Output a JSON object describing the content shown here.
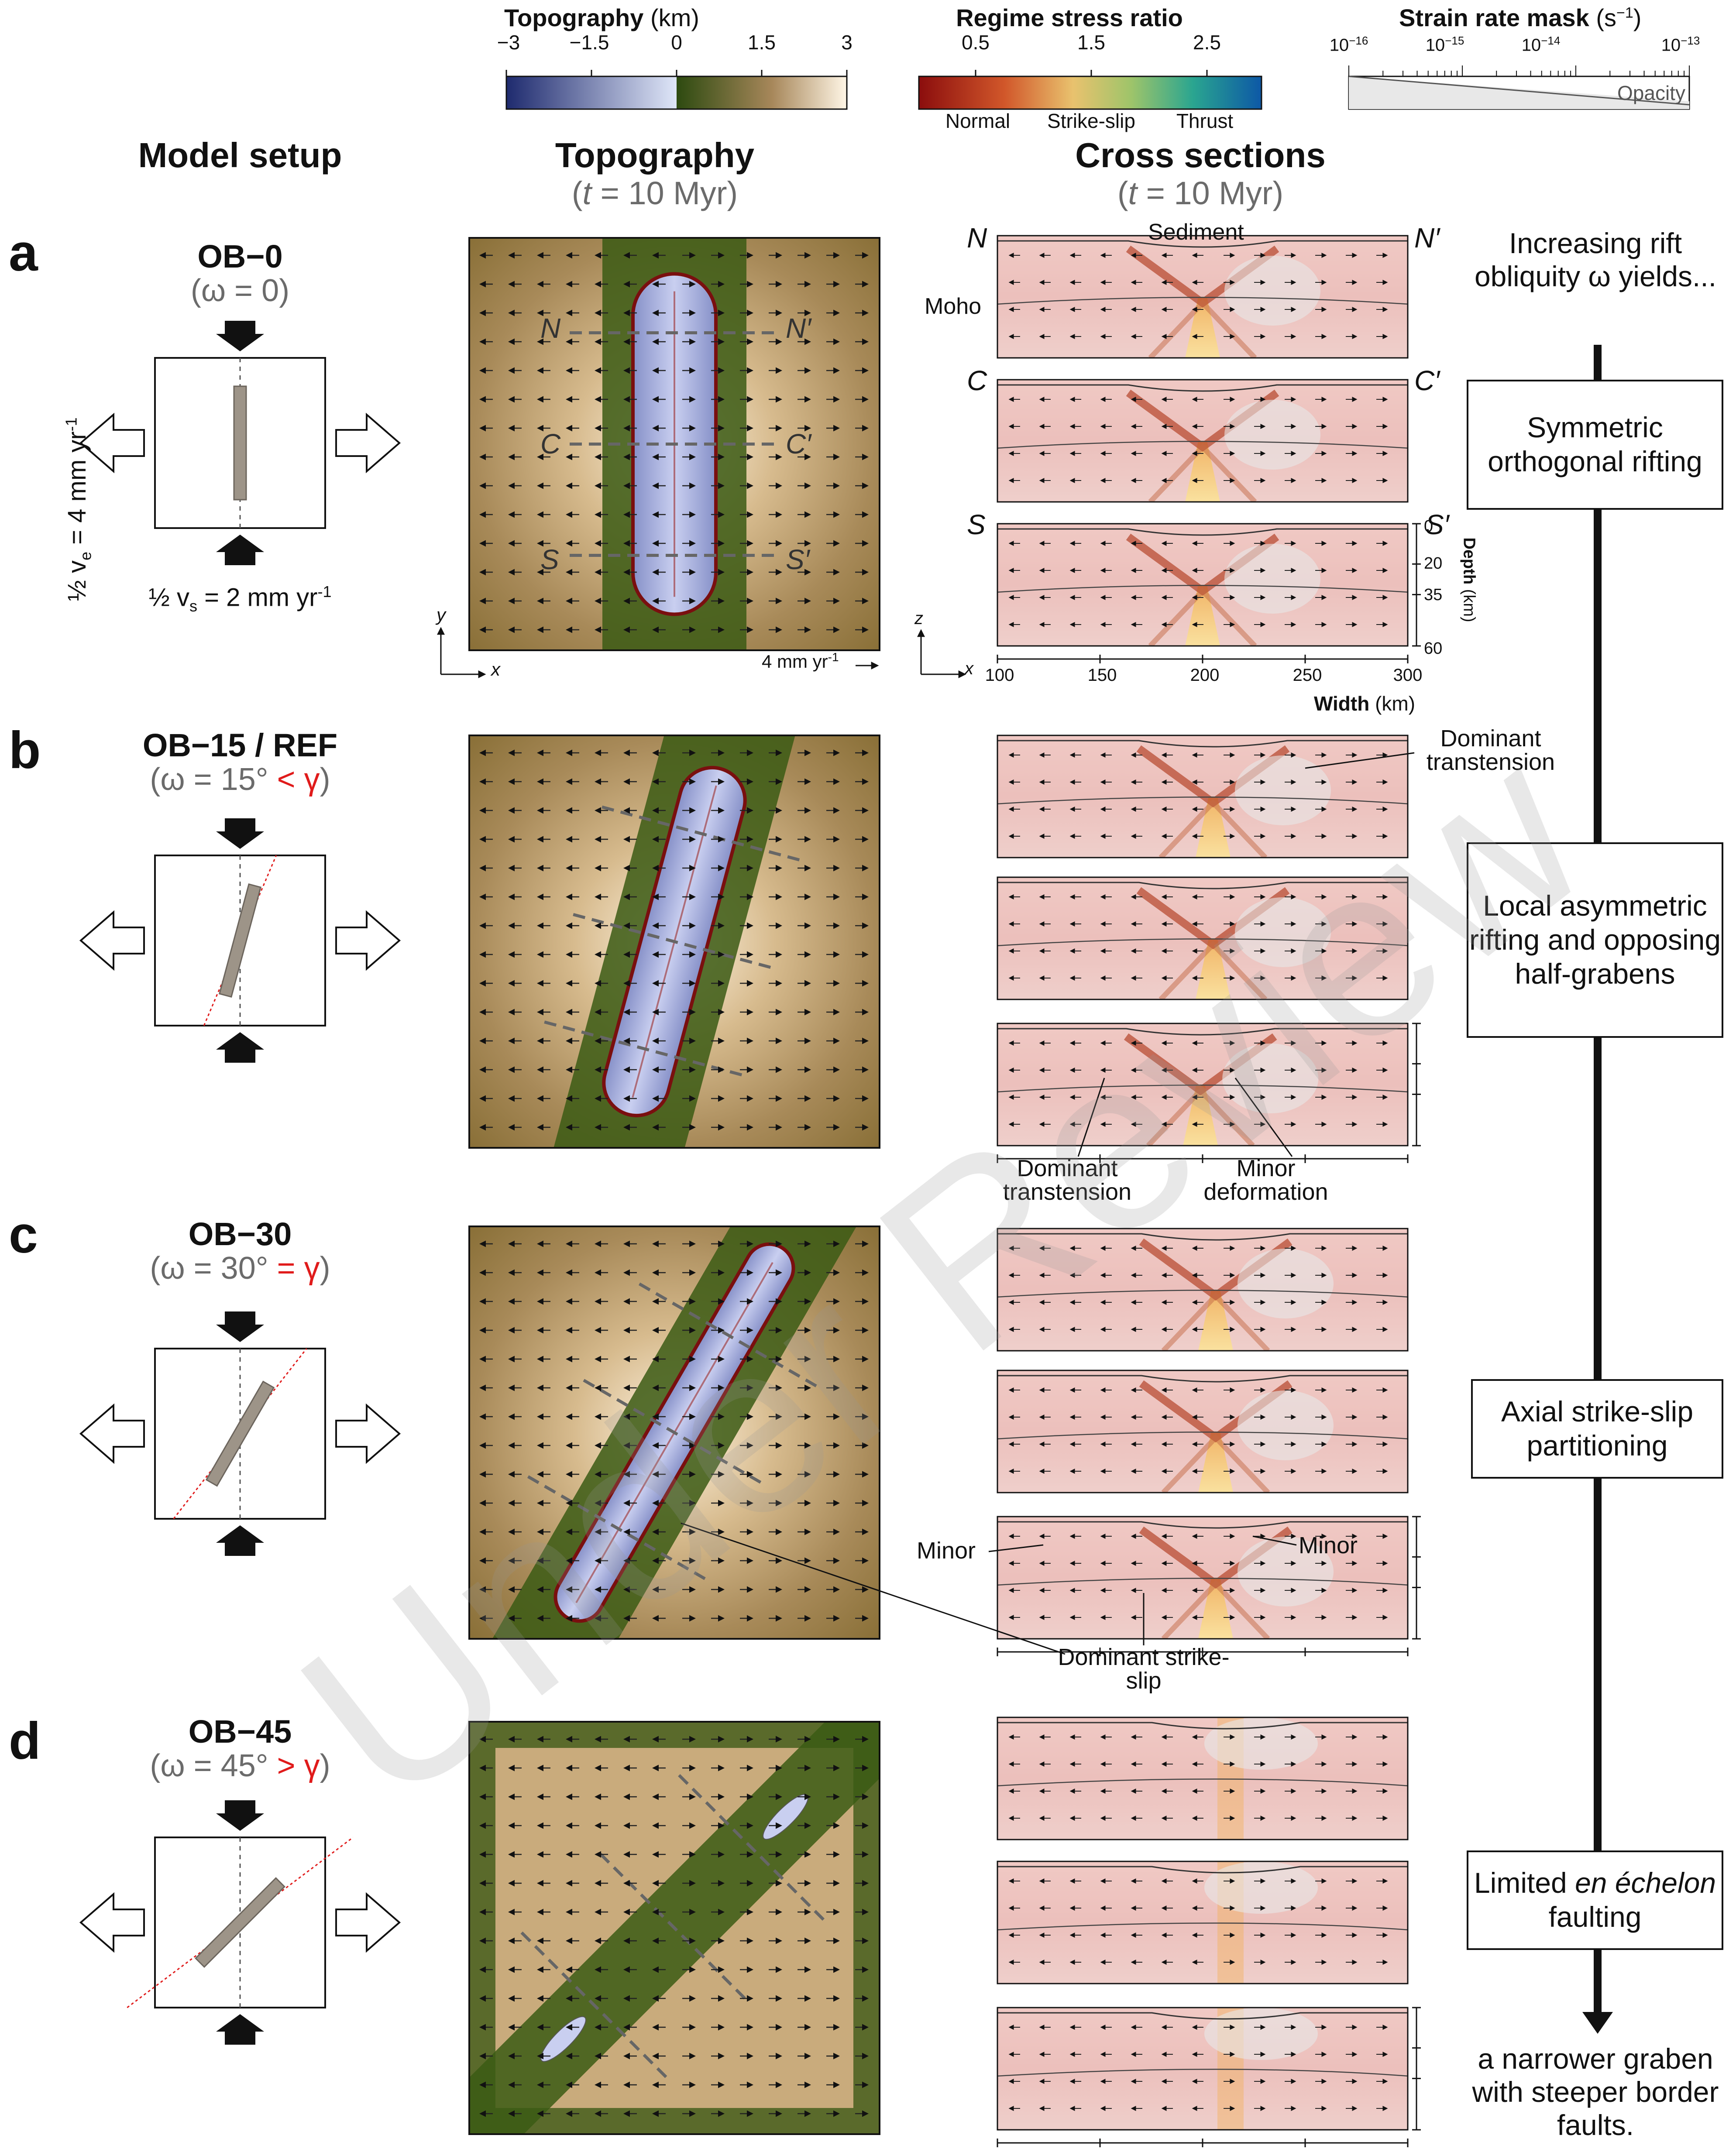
{
  "colorbars": {
    "topography": {
      "title": "Topography",
      "unit": "(km)",
      "ticks": [
        "−3",
        "−1.5",
        "0",
        "1.5",
        "3"
      ],
      "colors": [
        "#1e2a6e",
        "#dfe6f8",
        "#2d4a10",
        "#a7875a",
        "#fff6e6"
      ]
    },
    "stress": {
      "title": "Regime stress ratio",
      "ticks": [
        "0.5",
        "1.5",
        "2.5"
      ],
      "labels": [
        "Normal",
        "Strike-slip",
        "Thrust"
      ],
      "colors": [
        "#8b0d0d",
        "#d1572a",
        "#e9c26e",
        "#9ec46a",
        "#2aa590",
        "#0d58a6"
      ]
    },
    "strain": {
      "title": "Strain rate mask",
      "unit": "(s",
      "unit_exp": "−1",
      "unit_close": ")",
      "ticks": [
        {
          "base": "10",
          "exp": "−16"
        },
        {
          "base": "10",
          "exp": "−15"
        },
        {
          "base": "10",
          "exp": "−14"
        },
        {
          "base": "10",
          "exp": "−13"
        }
      ],
      "opacity_label": "Opacity"
    }
  },
  "headers": {
    "setup": "Model setup",
    "topo": "Topography",
    "topo_time_t": "t",
    "topo_time_rest": " = 10 Myr)",
    "xsec": "Cross sections",
    "xsec_time_t": "t",
    "xsec_time_rest": " = 10 Myr)"
  },
  "panels": [
    {
      "letter": "a",
      "name": "OB−0",
      "omega_pre": "(ω = 0)",
      "omega_red": "",
      "omega_post": "",
      "obliquity_deg": 0
    },
    {
      "letter": "b",
      "name": "OB−15 / REF",
      "omega_pre": "(ω = 15° ",
      "omega_red": "< γ",
      "omega_post": ")",
      "obliquity_deg": 15
    },
    {
      "letter": "c",
      "name": "OB−30",
      "omega_pre": "(ω = 30° ",
      "omega_red": "= γ",
      "omega_post": ")",
      "obliquity_deg": 30
    },
    {
      "letter": "d",
      "name": "OB−45",
      "omega_pre": "(ω = 45° ",
      "omega_red": "> γ",
      "omega_post": ")",
      "obliquity_deg": 45
    }
  ],
  "setup_labels": {
    "ve_label": "½ v",
    "ve_sub": "e",
    "ve_value": " = 4 mm yr",
    "ve_exp": "-1",
    "vs_label": "½ v",
    "vs_sub": "s",
    "vs_value": " = 2 mm yr",
    "vs_exp": "-1"
  },
  "topo_labels": {
    "N": "N",
    "Np": "N′",
    "C": "C",
    "Cp": "C′",
    "S": "S",
    "Sp": "S′",
    "axis_y": "y",
    "axis_x": "x",
    "scale": "4 mm yr",
    "scale_exp": "-1"
  },
  "xsec_labels": {
    "N": "N",
    "Np": "N′",
    "C": "C",
    "Cp": "C′",
    "S": "S",
    "Sp": "S′",
    "sediment": "Sediment",
    "moho": "Moho",
    "depth_title": "Depth",
    "depth_unit": "(km)",
    "depth_ticks": [
      "0",
      "20",
      "35",
      "60"
    ],
    "width_ticks": [
      "100",
      "150",
      "200",
      "250",
      "300"
    ],
    "width_title": "Width",
    "width_unit": " (km)",
    "axis_z": "z",
    "axis_x": "x",
    "dominant_transtension": "Dominant transtension",
    "dominant_transtension_2": "Dominant transtension",
    "minor_deformation": "Minor deformation",
    "minor_left": "Minor",
    "minor_right": "Minor",
    "dominant_strike_slip": "Dominant strike-slip"
  },
  "summary": {
    "intro": "Increasing rift obliquity ω yields...",
    "box1": "Symmetric orthogonal rifting",
    "box2": "Local asymmetric rifting and opposing half-grabens",
    "box3": "Axial strike-slip partitioning",
    "box4_pre": "Limited ",
    "box4_em": "en échelon",
    "box4_post": " faulting",
    "outro": "a narrower graben with steeper border faults."
  },
  "watermark": "Under Review"
}
